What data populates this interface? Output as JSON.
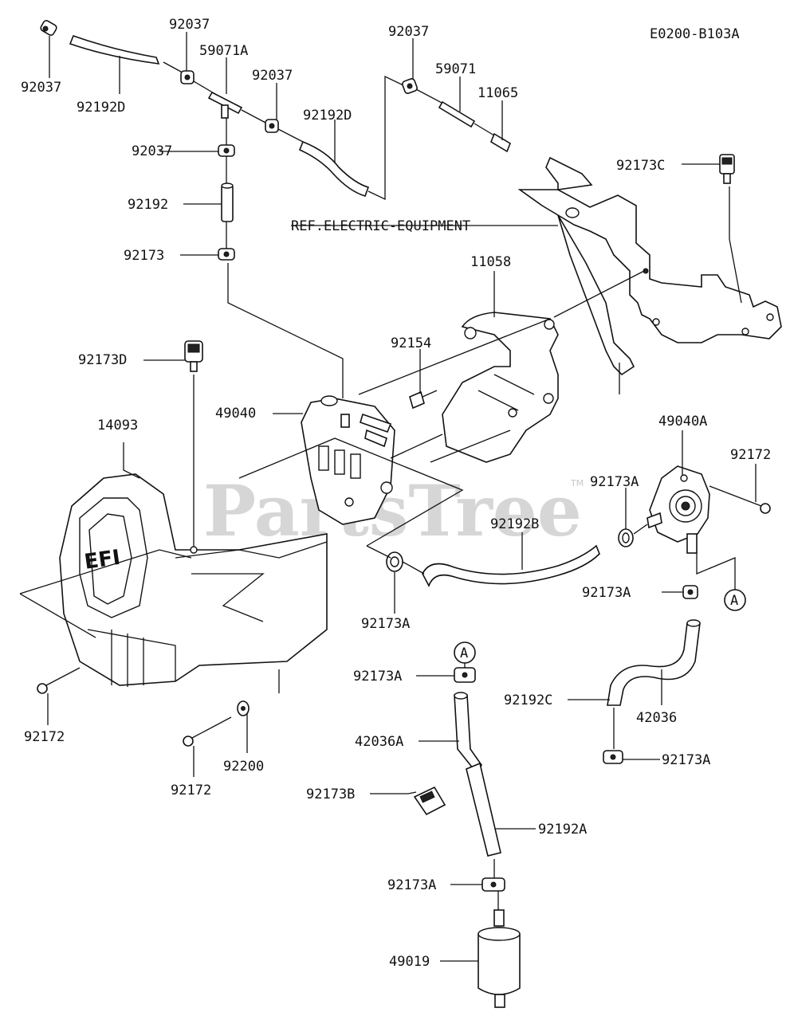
{
  "diagram_code": "E0200-B103A",
  "watermark": "PartsTree",
  "watermark_tm": "TM",
  "reference_note": "REF.ELECTRIC-EQUIPMENT",
  "callout_letter": "A",
  "part_labels": [
    "92037",
    "92192D",
    "92037",
    "59071A",
    "92037",
    "92037",
    "92192D",
    "92037",
    "59071",
    "11065",
    "92192",
    "92173",
    "92173C",
    "11058",
    "92154",
    "92173D",
    "49040",
    "14093",
    "49040A",
    "92172",
    "92173A",
    "92192B",
    "92173A",
    "92173A",
    "92173A",
    "92192C",
    "42036",
    "92173A",
    "42036A",
    "92173B",
    "92192A",
    "92173A",
    "49019",
    "92172",
    "92172",
    "92200"
  ]
}
